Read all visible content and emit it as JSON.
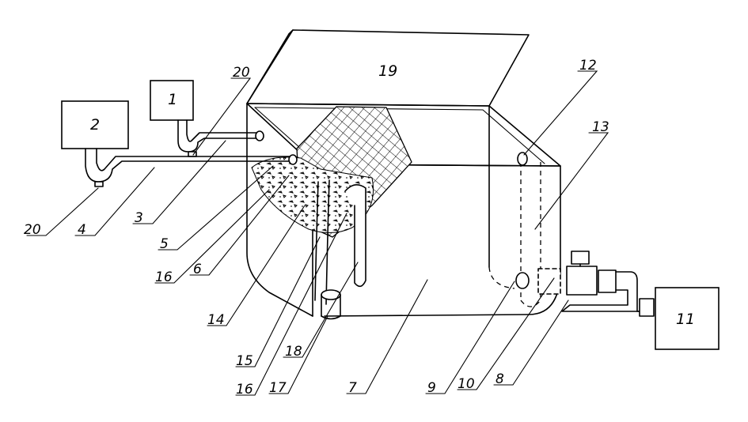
{
  "components": {
    "c1": "1",
    "c2": "2",
    "c11": "11",
    "c19": "19"
  },
  "callouts": [
    "20",
    "4",
    "3",
    "5",
    "16",
    "6",
    "14",
    "15",
    "16",
    "18",
    "17",
    "7",
    "9",
    "10",
    "8",
    "13",
    "12",
    "20"
  ]
}
